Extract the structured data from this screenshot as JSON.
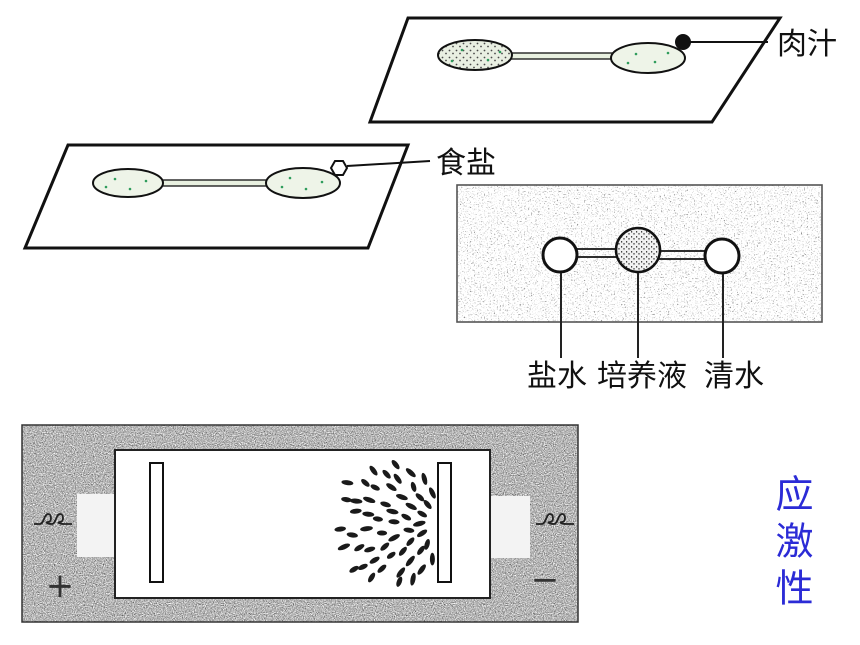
{
  "meat_juice_slide": {
    "label": "肉汁"
  },
  "salt_slide": {
    "label": "食盐"
  },
  "three_drop_slide": {
    "labels": [
      "盐水",
      "培养液",
      "清水"
    ]
  },
  "electric_apparatus": {
    "positive_label": "+",
    "negative_label": "−"
  },
  "title": "应激性",
  "colors": {
    "title": "#2b2bd6",
    "organism": "#1a1a1a",
    "culture_dots": "#2f9c5c",
    "apparatus_frame": "#bdbdbd"
  }
}
